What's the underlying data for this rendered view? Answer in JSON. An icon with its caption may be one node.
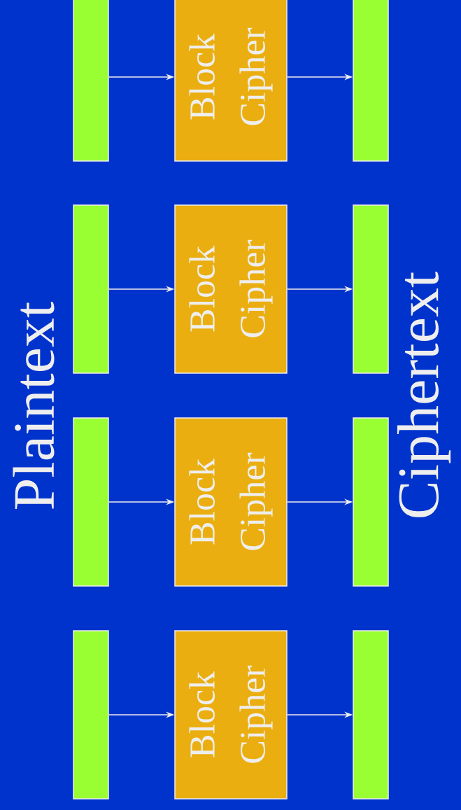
{
  "diagram": {
    "nodes": [
      {
        "text": [],
        "shape": "bar"
      },
      {
        "text": [
          "Block Cipher"
        ]
      },
      {
        "text": [],
        "shape": "bar"
      },
      {
        "text": [],
        "shape": "bar"
      },
      {
        "text": [
          "Block Cipher"
        ]
      },
      {
        "text": [],
        "shape": "bar"
      },
      {
        "text": [],
        "shape": "bar"
      },
      {
        "text": [
          "Block Cipher"
        ]
      },
      {
        "text": [],
        "shape": "bar"
      },
      {
        "text": [],
        "shape": "bar"
      },
      {
        "text": [
          "Block Cipher"
        ]
      },
      {
        "text": [],
        "shape": "bar"
      }
    ],
    "edges": [
      {
        "from": 0,
        "to": 1,
        "arrow": "to"
      },
      {
        "from": 1,
        "to": 2,
        "arrow": "to"
      },
      {
        "from": 3,
        "to": 4,
        "arrow": "to"
      },
      {
        "from": 4,
        "to": 5,
        "arrow": "to"
      },
      {
        "from": 6,
        "to": 7,
        "arrow": "to"
      },
      {
        "from": 7,
        "to": 8,
        "arrow": "to"
      },
      {
        "from": 9,
        "to": 10,
        "arrow": "to"
      },
      {
        "from": 10,
        "to": 11,
        "arrow": "to"
      }
    ],
    "labels": [
      "Plaintext",
      "Ciphertext"
    ]
  }
}
